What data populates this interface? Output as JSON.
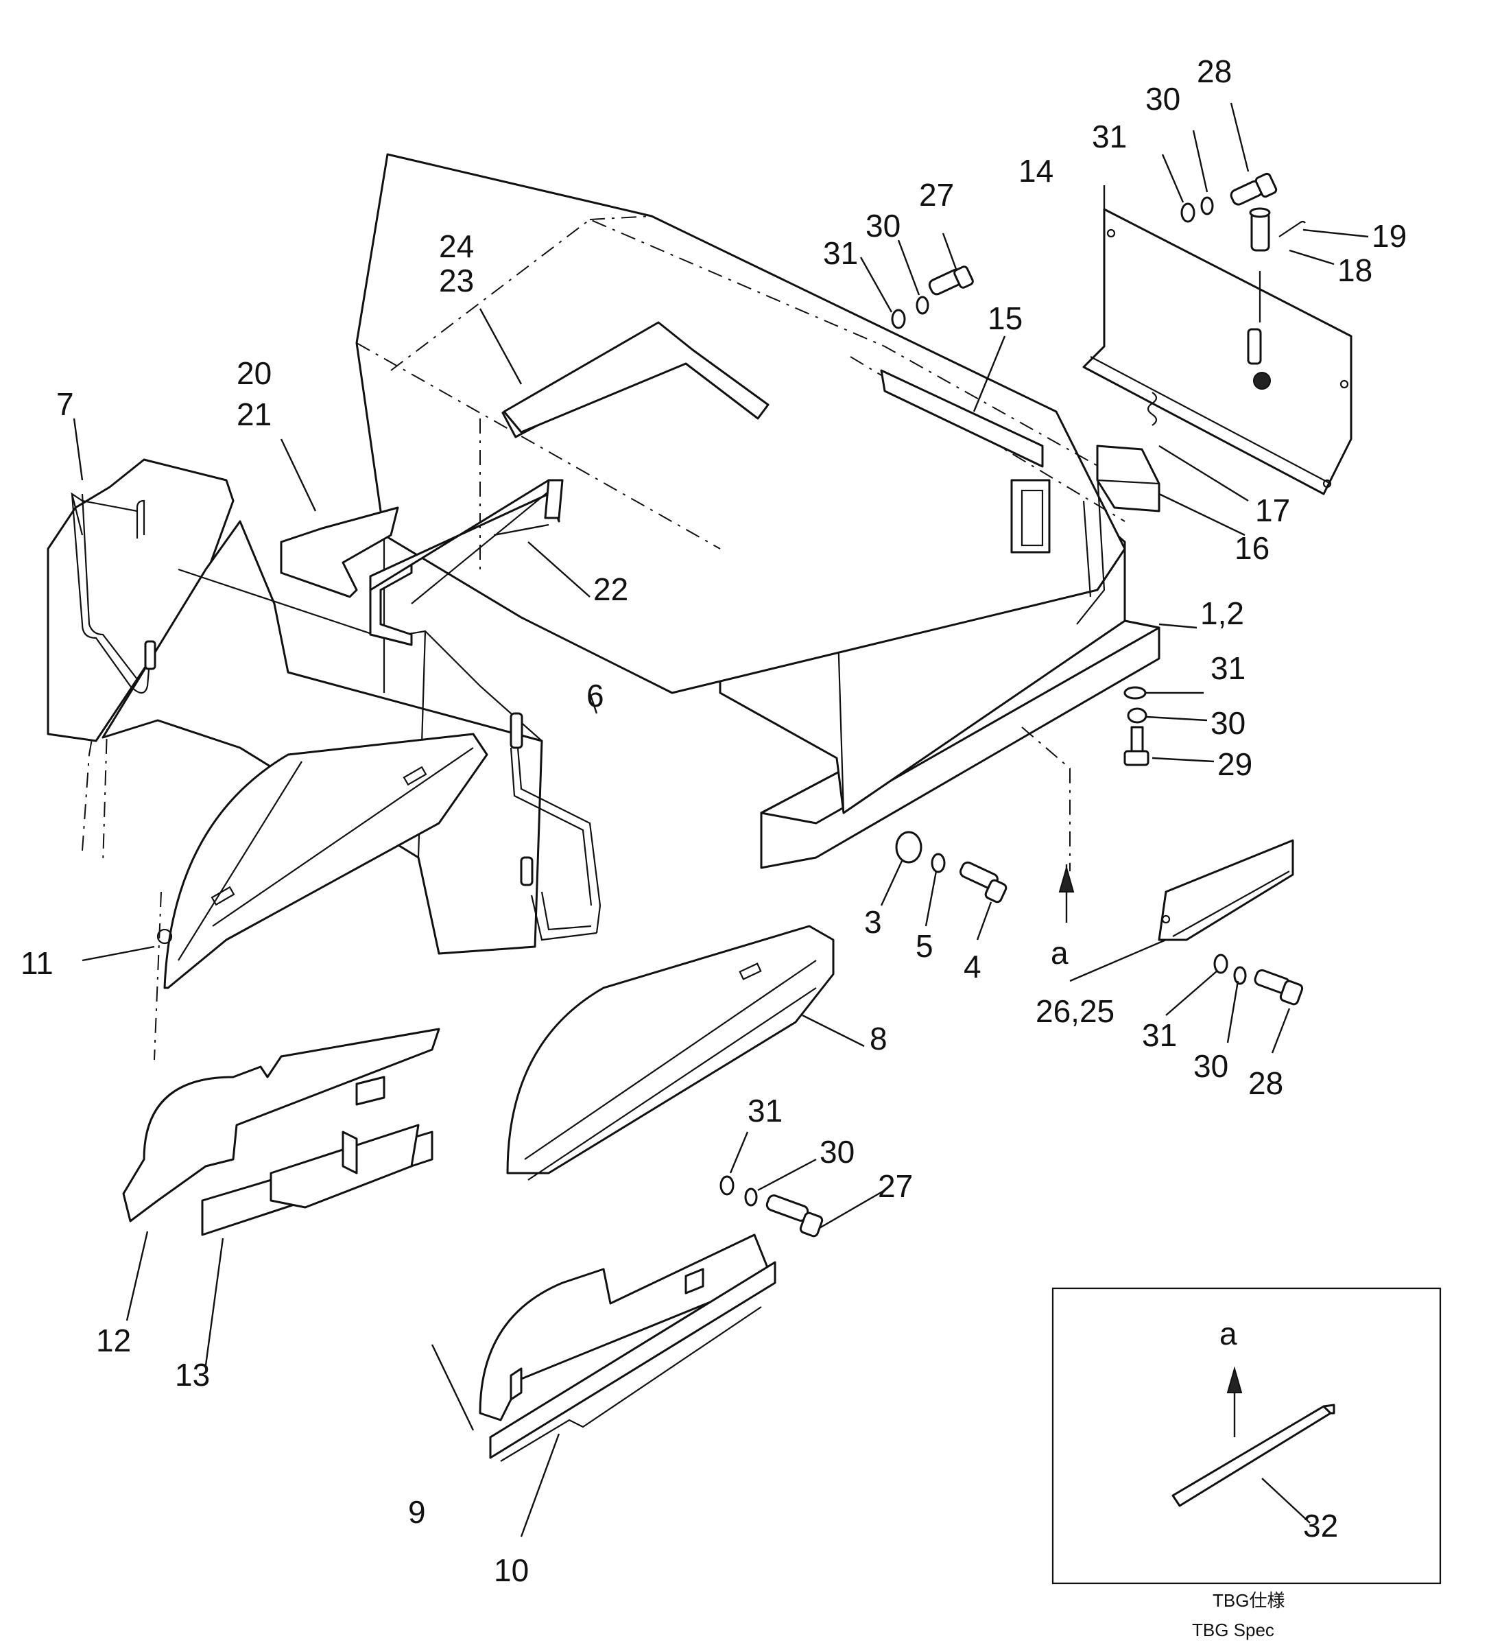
{
  "callouts": [
    {
      "id": "c1_2",
      "text": "1,2"
    },
    {
      "id": "c3",
      "text": "3"
    },
    {
      "id": "c4",
      "text": "4"
    },
    {
      "id": "c5",
      "text": "5"
    },
    {
      "id": "c6",
      "text": "6"
    },
    {
      "id": "c7",
      "text": "7"
    },
    {
      "id": "c8",
      "text": "8"
    },
    {
      "id": "c9",
      "text": "9"
    },
    {
      "id": "c10",
      "text": "10"
    },
    {
      "id": "c11",
      "text": "11"
    },
    {
      "id": "c12",
      "text": "12"
    },
    {
      "id": "c13",
      "text": "13"
    },
    {
      "id": "c14",
      "text": "14"
    },
    {
      "id": "c15",
      "text": "15"
    },
    {
      "id": "c16",
      "text": "16"
    },
    {
      "id": "c17",
      "text": "17"
    },
    {
      "id": "c18",
      "text": "18"
    },
    {
      "id": "c19",
      "text": "19"
    },
    {
      "id": "c20",
      "text": "20"
    },
    {
      "id": "c21",
      "text": "21"
    },
    {
      "id": "c22",
      "text": "22"
    },
    {
      "id": "c23",
      "text": "23"
    },
    {
      "id": "c24",
      "text": "24"
    },
    {
      "id": "c25_26",
      "text": "26,25"
    },
    {
      "id": "c27a",
      "text": "27"
    },
    {
      "id": "c27b",
      "text": "27"
    },
    {
      "id": "c28a",
      "text": "28"
    },
    {
      "id": "c28b",
      "text": "28"
    },
    {
      "id": "c29",
      "text": "29"
    },
    {
      "id": "c30a",
      "text": "30"
    },
    {
      "id": "c30b",
      "text": "30"
    },
    {
      "id": "c30c",
      "text": "30"
    },
    {
      "id": "c30d",
      "text": "30"
    },
    {
      "id": "c30e",
      "text": "30"
    },
    {
      "id": "c31a",
      "text": "31"
    },
    {
      "id": "c31b",
      "text": "31"
    },
    {
      "id": "c31c",
      "text": "31"
    },
    {
      "id": "c31d",
      "text": "31"
    },
    {
      "id": "c31e",
      "text": "31"
    },
    {
      "id": "c32",
      "text": "32"
    }
  ],
  "view_arrow_label": "a",
  "inset": {
    "arrow_label": "a",
    "caption_jp": "TBG仕様",
    "caption_en": "TBG Spec"
  }
}
